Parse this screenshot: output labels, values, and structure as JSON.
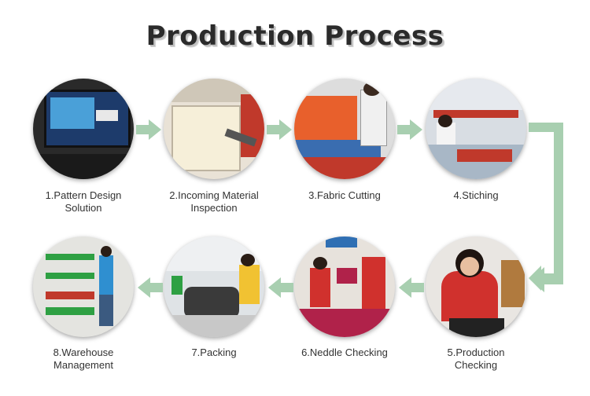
{
  "title": "Production Process",
  "colors": {
    "arrow": "#a8cfb0",
    "title": "#2b2b2b"
  },
  "steps": [
    {
      "label_line1": "1.Pattern Design",
      "label_line2": "Solution",
      "icon": "computer-screen-photo"
    },
    {
      "label_line1": "2.Incoming Material",
      "label_line2": "Inspection",
      "icon": "light-box-photo"
    },
    {
      "label_line1": "3.Fabric Cutting",
      "label_line2": "",
      "icon": "cutting-machine-photo"
    },
    {
      "label_line1": "4.Stiching",
      "label_line2": "",
      "icon": "sewing-line-photo"
    },
    {
      "label_line1": "5.Production",
      "label_line2": "Checking",
      "icon": "worker-inspecting-photo"
    },
    {
      "label_line1": "6.Neddle Checking",
      "label_line2": "",
      "icon": "needle-detector-photo"
    },
    {
      "label_line1": "7.Packing",
      "label_line2": "",
      "icon": "packing-table-photo"
    },
    {
      "label_line1": "8.Warehouse",
      "label_line2": "Management",
      "icon": "warehouse-shelves-photo"
    }
  ]
}
